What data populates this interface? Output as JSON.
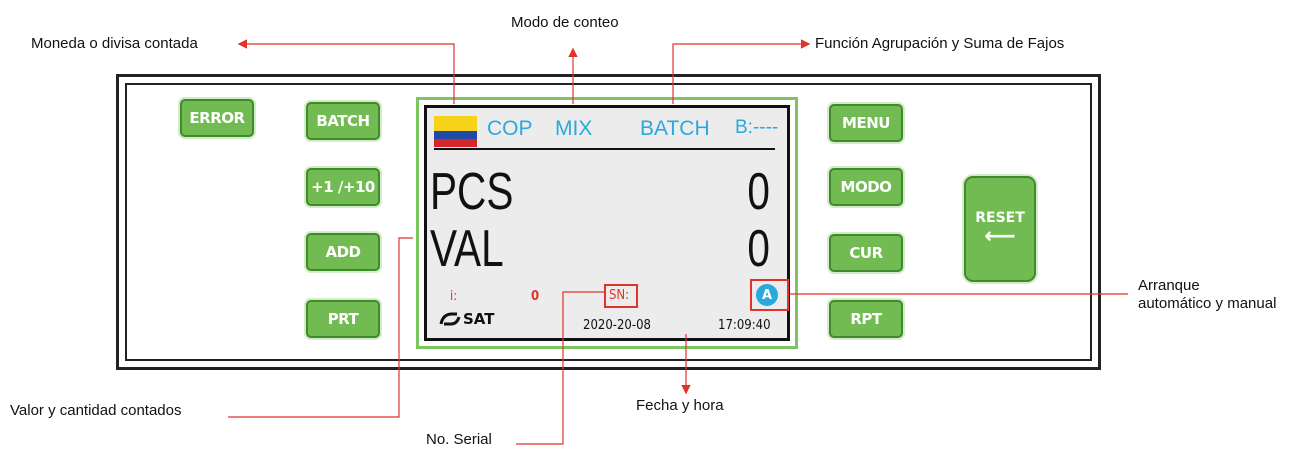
{
  "annotations": {
    "moneda": "Moneda o divisa contada",
    "modo": "Modo de conteo",
    "funcion": "Función Agrupación y Suma de Fajos",
    "arranque_1": "Arranque",
    "arranque_2": "automático y manual",
    "valor": "Valor y cantidad contados",
    "fecha": "Fecha y hora",
    "serial": "No. Serial"
  },
  "buttons": {
    "error": "ERROR",
    "batch": "BATCH",
    "plus": "+1 /+10",
    "add": "ADD",
    "prt": "PRT",
    "menu": "MENU",
    "modo": "MODO",
    "cur": "CUR",
    "rpt": "RPT",
    "reset": "RESET",
    "reset_arrow": "⟵"
  },
  "screen": {
    "currency": "COP",
    "mode": "MIX",
    "batch": "BATCH",
    "batch_value": "B:----",
    "pcs_label": "PCS",
    "pcs_value": "0",
    "val_label": "VAL",
    "val_value": "0",
    "i_label": "i:",
    "i_value": "0",
    "sn_label": "SN:",
    "logo": "SAT",
    "date": "2020-20-08",
    "time": "17:09:40",
    "auto_badge": "A"
  },
  "colors": {
    "button_green": "#72bb52",
    "screen_accent": "#2aa9df",
    "annotation_red": "#e0332b",
    "flag": [
      "#f7d21a",
      "#1f4aa6",
      "#d6262c"
    ]
  }
}
